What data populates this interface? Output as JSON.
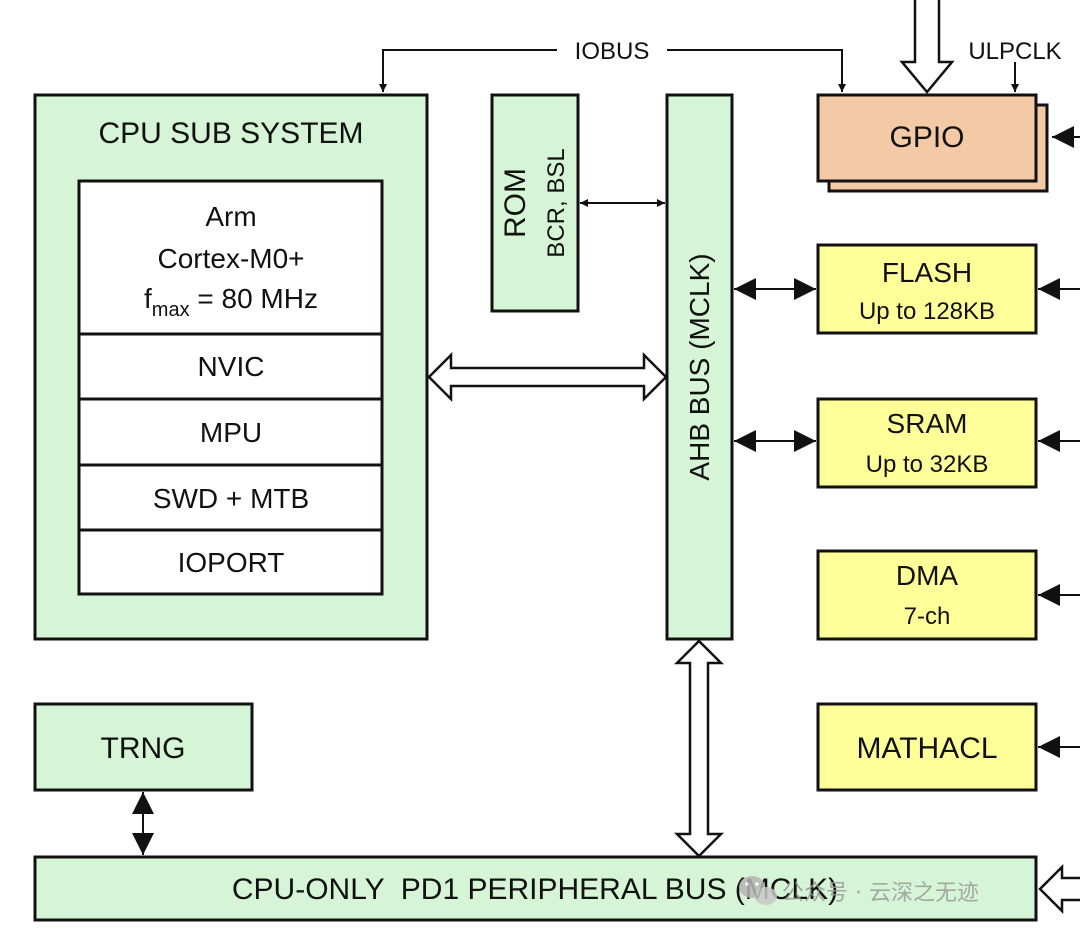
{
  "colors": {
    "block_green": "#d6f5d6",
    "block_yellow": "#ffff99",
    "block_orange": "#f4c9a6",
    "outline": "#111111"
  },
  "labels": {
    "iobus": "IOBUS",
    "ulpclk": "ULPCLK"
  },
  "cpu": {
    "title": "CPU SUB SYSTEM",
    "core_line1": "Arm",
    "core_line2": "Cortex-M0+",
    "fmax_f": "f",
    "fmax_sub": "max",
    "fmax_rest": " = 80 MHz",
    "nvic": "NVIC",
    "mpu": "MPU",
    "swd": "SWD + MTB",
    "ioport": "IOPORT"
  },
  "rom": {
    "title": "ROM",
    "sub": "BCR, BSL"
  },
  "ahb": {
    "label": "AHB BUS (MCLK)"
  },
  "gpio": {
    "title": "GPIO"
  },
  "flash": {
    "title": "FLASH",
    "sub": "Up to 128KB"
  },
  "sram": {
    "title": "SRAM",
    "sub": "Up to 32KB"
  },
  "dma": {
    "title": "DMA",
    "sub": "7-ch"
  },
  "mathacl": {
    "title": "MATHACL"
  },
  "trng": {
    "title": "TRNG"
  },
  "pd1": {
    "label": "CPU-ONLY  PD1 PERIPHERAL BUS (MCLK)"
  },
  "watermark": {
    "text": "公众号 · 云深之无迹",
    "icon": "wechat-icon"
  }
}
